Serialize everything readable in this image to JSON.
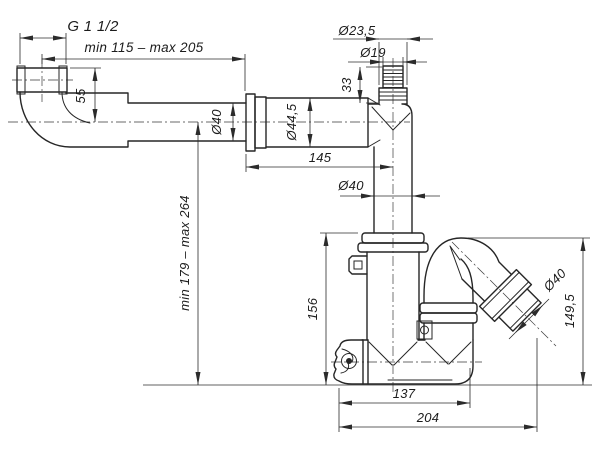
{
  "drawing": {
    "title": "sink-siphon-technical-drawing",
    "colors": {
      "line": "#262626",
      "dimension": "#2b2b2b",
      "background": "#ffffff"
    },
    "labels": {
      "thread": "G 1 1/2",
      "horizontal_range": "min 115 – max 205",
      "inlet_height": "55",
      "hose_outer_dia": "Ø23,5",
      "hose_inner_dia": "Ø19",
      "hose_stub_length": "33",
      "inlet_pipe_dia": "Ø40",
      "sleeve_dia": "Ø44,5",
      "sleeve_length": "145",
      "standpipe_dia": "Ø40",
      "vertical_range": "min 179 – max 264",
      "body_height": "156",
      "outlet_dia": "Ø40",
      "outlet_height": "149,5",
      "body_length": "137",
      "overall_length": "204"
    }
  }
}
